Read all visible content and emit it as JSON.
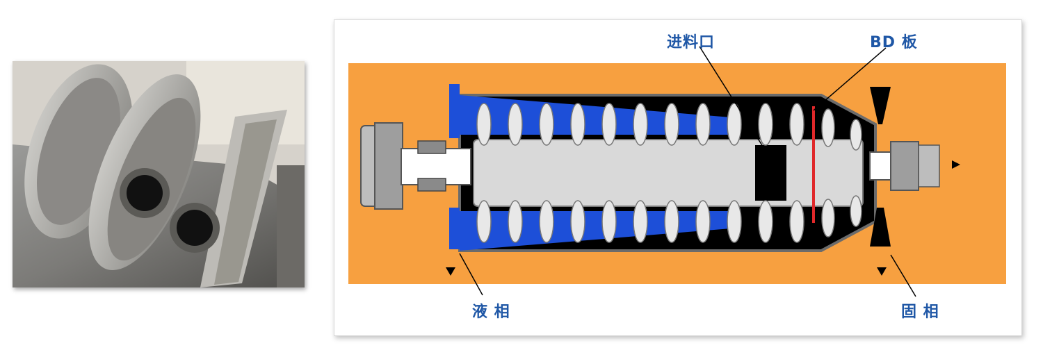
{
  "colors": {
    "housing_bg": "#f7a040",
    "liquid": "#1d4fd8",
    "shaft": "#d9d9d9",
    "outline": "#4a4a4a",
    "label": "#1f57a6",
    "bd_plate": "#e0282a"
  },
  "labels": {
    "feed_inlet": "进料口",
    "bd_plate": "BD 板",
    "liquid_phase": "液 相",
    "solid_phase": "固 相"
  },
  "icons": [
    "feed-arrow-icon",
    "liquid-outlet-arrow-icon",
    "solid-outlet-arrow-icon"
  ]
}
